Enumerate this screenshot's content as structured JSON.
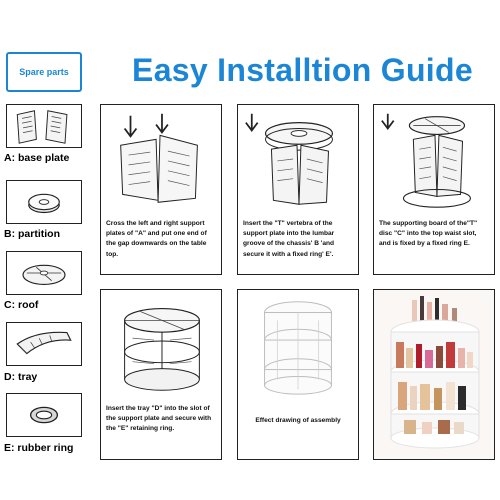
{
  "header": {
    "spare_parts_label": "Spare parts",
    "title": "Easy Installtion Guide"
  },
  "parts": [
    {
      "label": "A: base plate"
    },
    {
      "label": "B: partition"
    },
    {
      "label": "C: roof"
    },
    {
      "label": "D: tray"
    },
    {
      "label": "E: rubber ring"
    }
  ],
  "steps": [
    {
      "text": "Cross the left and right support plates of \"A\" and put one end of the gap downwards on the table top."
    },
    {
      "text": "Insert the \"T\" vertebra of the support plate into the lumbar groove of the chassis' B 'and secure it with a fixed ring' E'."
    },
    {
      "text": "The supporting board of the\"T\" disc \"C\" into the top waist slot, and is fixed by a fixed ring E."
    },
    {
      "text": "Insert the tray \"D\" into the slot of the support plate and secure with the \"E\" retaining ring."
    },
    {
      "text": "Effect drawing of assembly"
    }
  ],
  "colors": {
    "accent": "#1c86d6",
    "outline": "#222222"
  }
}
